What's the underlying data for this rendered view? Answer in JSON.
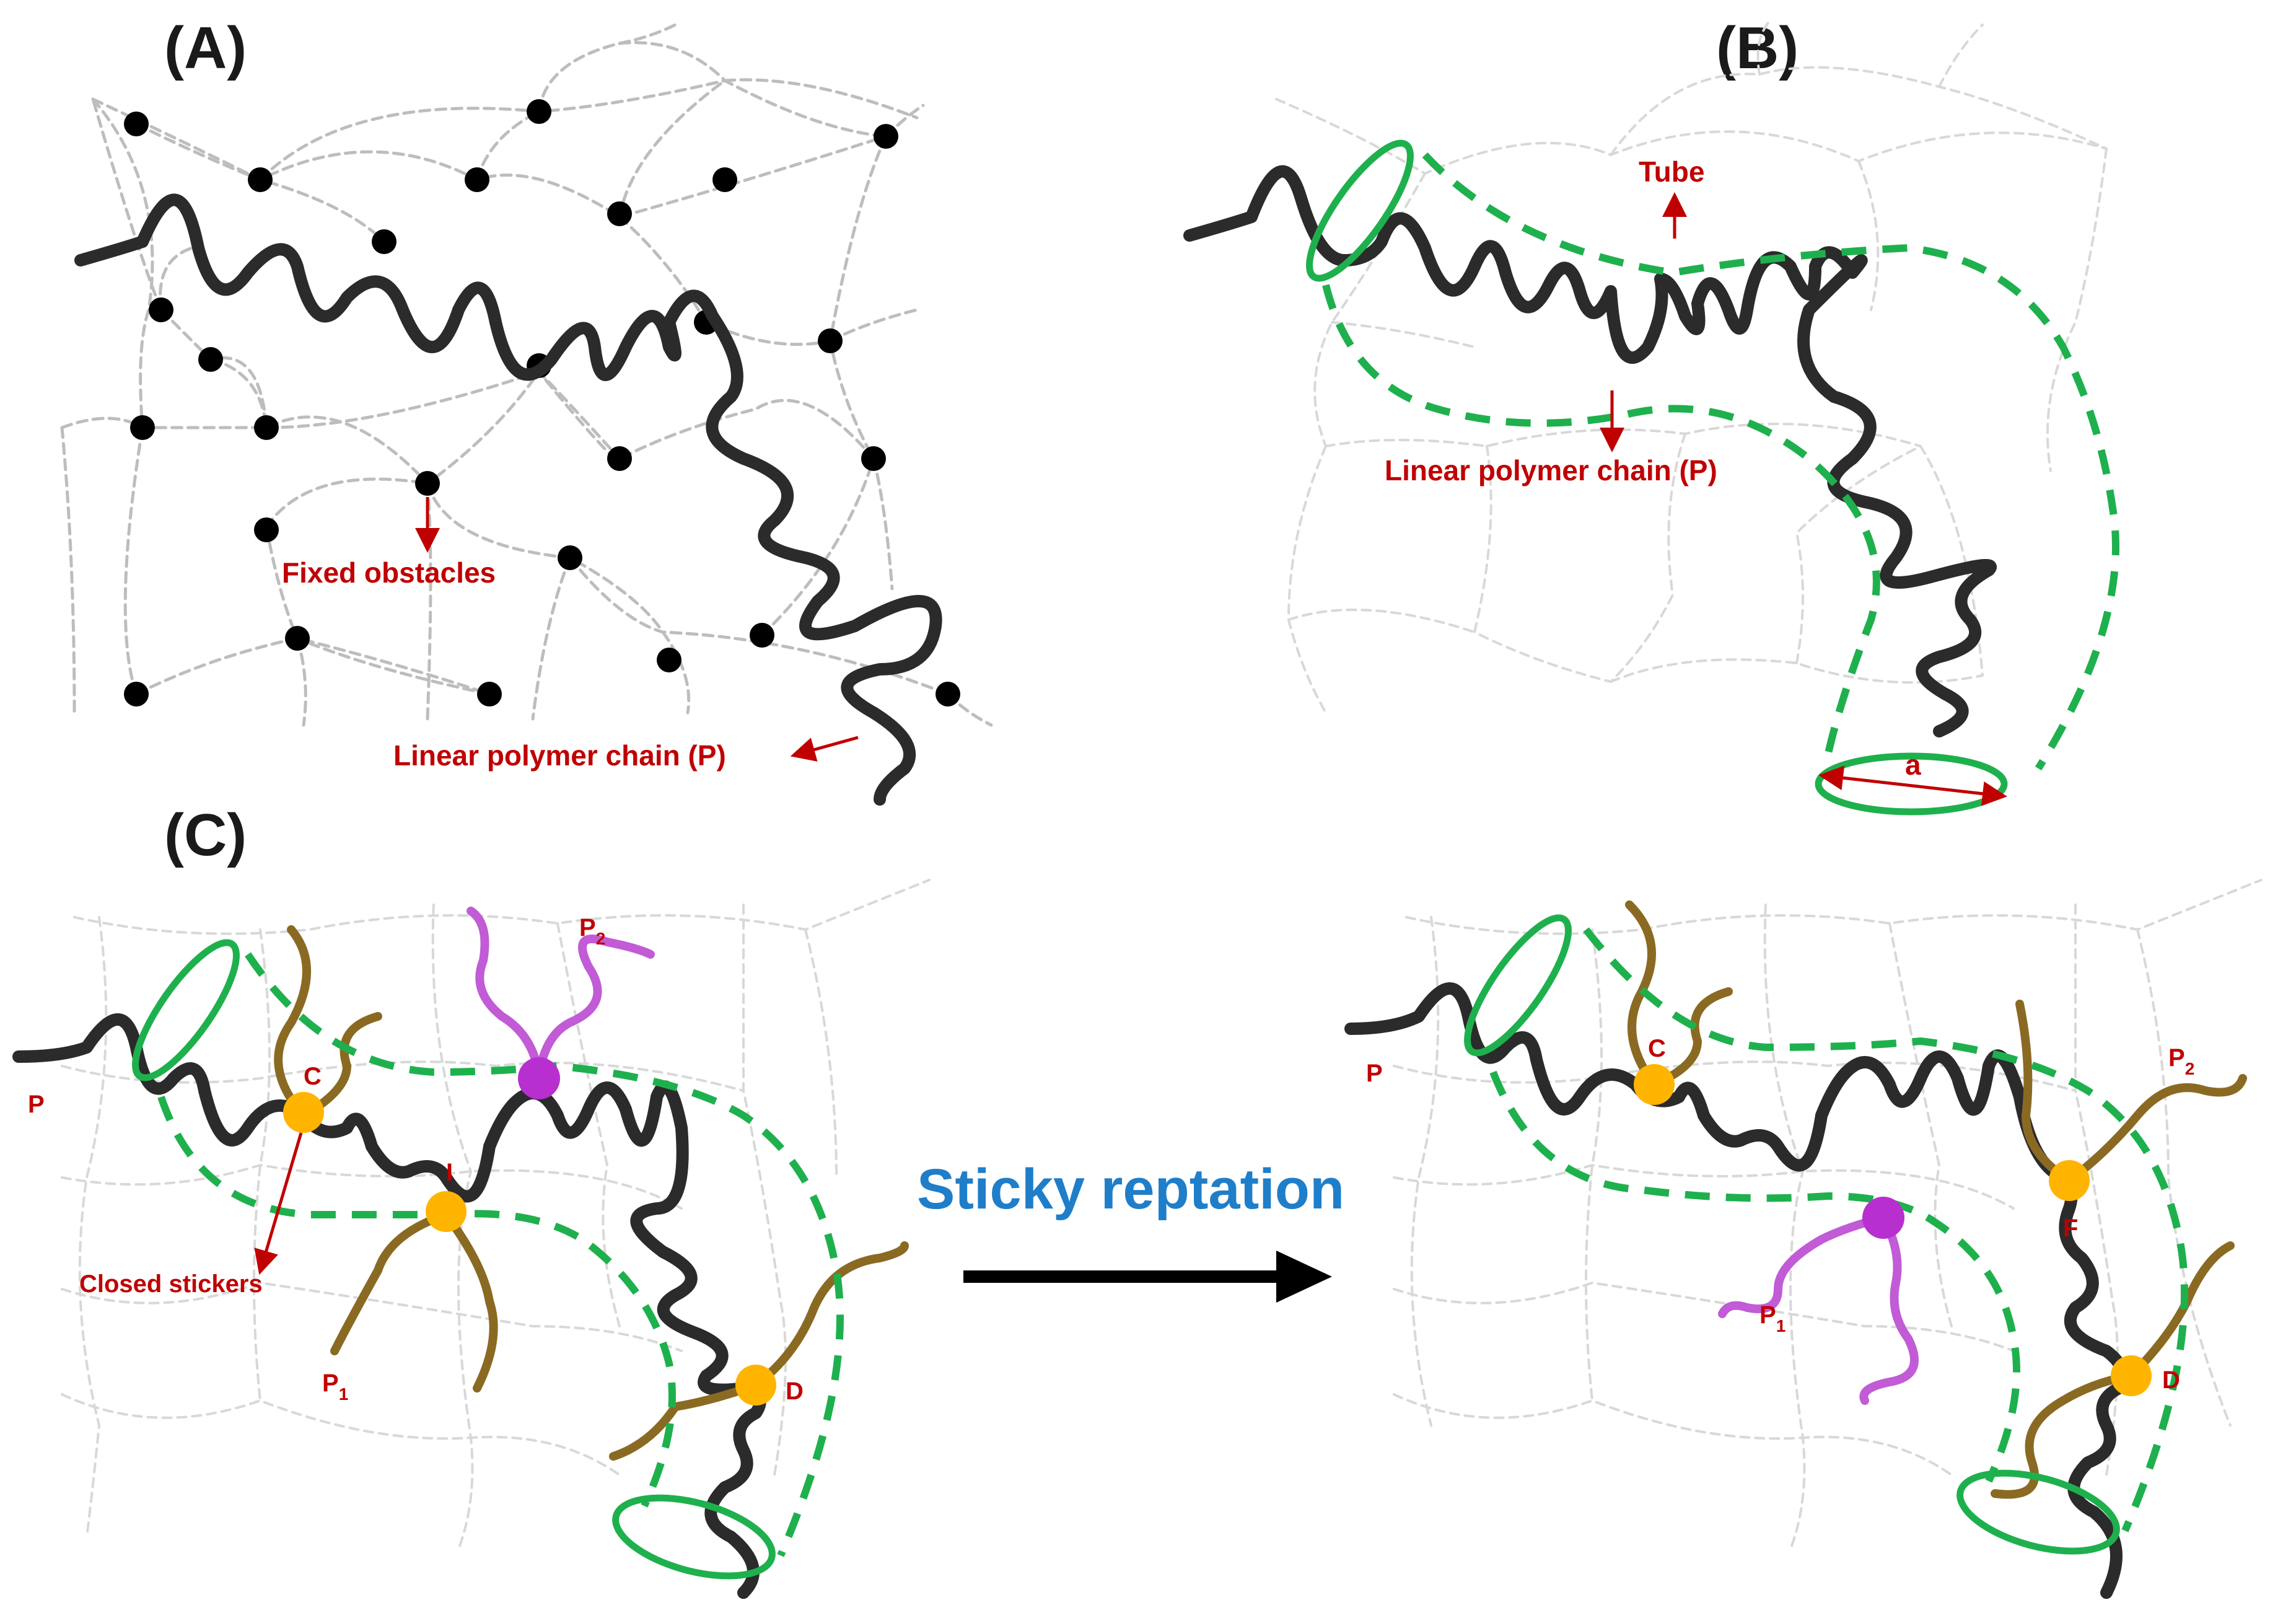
{
  "panels": {
    "a": {
      "label": "(A)",
      "obstacles_label": "Fixed obstacles",
      "chain_label": "Linear polymer chain (P)"
    },
    "b": {
      "label": "(B)",
      "tube_label": "Tube",
      "chain_label": "Linear polymer chain (P)",
      "diameter_label": "a"
    },
    "c": {
      "label": "(C)",
      "left": {
        "p": "P",
        "p1": "P",
        "p1_sub": "1",
        "p2": "P",
        "p2_sub": "2",
        "c": "C",
        "i": "I",
        "d": "D",
        "closed_stickers": "Closed stickers"
      },
      "right": {
        "p": "P",
        "p1": "P",
        "p1_sub": "1",
        "p2": "P",
        "p2_sub": "2",
        "c": "C",
        "f": "F",
        "d": "D"
      }
    }
  },
  "transition_label": "Sticky reptation",
  "colors": {
    "chain": "#2b2b2b",
    "tube": "#1fb04e",
    "annotation": "#c00000",
    "sticker": "#ffb400",
    "side_chain": "#8a6a22",
    "p2_chain": "#c15bd6",
    "p2_sticker": "#b82fd0",
    "transition_text": "#1f7ec9"
  }
}
